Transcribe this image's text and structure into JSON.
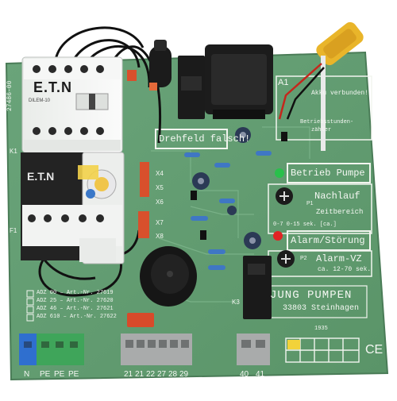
{
  "board": {
    "brand": "JUNG PUMPEN",
    "address": "33803 Steinhagen",
    "side_code": "27486-00",
    "year_code": "1935"
  },
  "labels": {
    "drehfeld": "Drehfeld falsch!",
    "betrieb_pumpe": "Betrieb Pumpe",
    "nachlauf": "Nachlauf",
    "zeitbereich": "Zeitbereich",
    "zeit_values": "0-7  0-15 sek.  [ca.]",
    "alarm_stoerung": "Alarm/Störung",
    "alarm_vz": "Alarm-VZ",
    "alarm_vz_range": "ca. 12-70 sek.",
    "akku": "Akku verbunden!",
    "betriebsstunden": "Betriebsstunden-",
    "zaehler": "zähler",
    "a1": "A1",
    "k1": "K1",
    "f1": "F1",
    "k3": "K3",
    "p1": "P1",
    "p2": "P2",
    "x4": "X4",
    "x5": "X5",
    "x6": "X6",
    "x7": "X7",
    "x8": "X8",
    "ce": "CE"
  },
  "contactor": {
    "brand": "E.T.N",
    "lower_brand": "E.T.N",
    "model": "DILEM-10"
  },
  "adz_table": [
    {
      "model": "ADZ  00",
      "art": "Art.-Nr. 27619"
    },
    {
      "model": "ADZ  25",
      "art": "Art.-Nr. 27620"
    },
    {
      "model": "ADZ  46",
      "art": "Art.-Nr. 27621"
    },
    {
      "model": "ADZ 610",
      "art": "Art.-Nr. 27622"
    }
  ],
  "terminals": {
    "left": [
      "N",
      "PE",
      "PE",
      "PE"
    ],
    "middle": [
      "21",
      "21",
      "22",
      "27",
      "28",
      "29"
    ],
    "right": [
      "40",
      "41"
    ]
  },
  "colors": {
    "pcb_green": "#5e9a6e",
    "pcb_light": "#7fb58a",
    "silk": "#f4f7f2",
    "relay_black": "#1a1a1a",
    "terminal_blue": "#2f6fcf",
    "terminal_green": "#3fa55a",
    "terminal_gray": "#a9abab",
    "led_green": "#29c04b",
    "led_red": "#e02424",
    "tape_yellow": "#e9b52a"
  },
  "icons": [
    "contactor-unit",
    "overload-relay",
    "transformer",
    "buzzer",
    "relay"
  ]
}
